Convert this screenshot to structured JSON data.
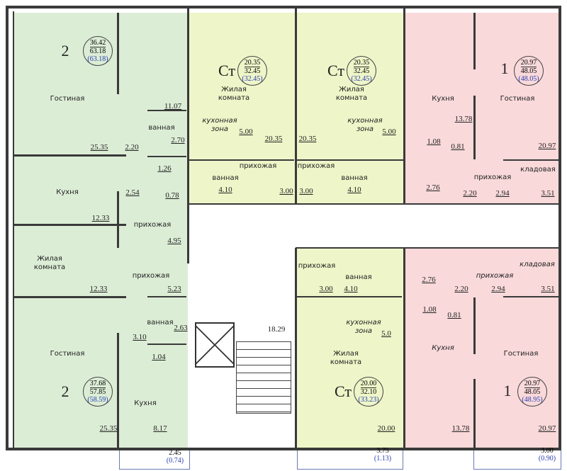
{
  "apartments": [
    {
      "color": "#dcedd6",
      "rooms": "2",
      "living": "36.42",
      "total": "63.18",
      "total_bal": "(63.18)",
      "labels": [
        "Гостиная",
        "ванная",
        "Кухня",
        "прихожая"
      ],
      "areas": [
        "11.07",
        "2.70",
        "25.35",
        "2.20",
        "1.26",
        "2.54",
        "0.78",
        "12.33",
        "4.95"
      ]
    },
    {
      "color": "#dcedd6",
      "rooms": "2",
      "living": "37.68",
      "total": "57.85",
      "total_bal": "(58.59)",
      "labels": [
        "Жилая комната",
        "прихожая",
        "ванная",
        "Гостиная",
        "Кухня"
      ],
      "areas": [
        "12.33",
        "5.23",
        "2.63",
        "3.10",
        "1.04",
        "25.35",
        "8.17"
      ],
      "balcony": [
        "2.45",
        "(0.74)"
      ]
    },
    {
      "color": "#eef5c8",
      "rooms": "Ст",
      "living": "20.35",
      "total": "32.45",
      "total_bal": "(32.45)",
      "labels": [
        "Жилая комната",
        "кухонная зона",
        "прихожая",
        "ванная"
      ],
      "areas": [
        "5.00",
        "20.35",
        "4.10",
        "3.00"
      ]
    },
    {
      "color": "#eef5c8",
      "rooms": "Ст",
      "living": "20.35",
      "total": "32.45",
      "total_bal": "(32.45)",
      "labels": [
        "Жилая комната",
        "кухонная зона",
        "прихожая",
        "ванная"
      ],
      "areas": [
        "5.00",
        "20.35",
        "4.10",
        "3.00"
      ]
    },
    {
      "color": "#f9d9da",
      "rooms": "1",
      "living": "20.97",
      "total": "48.05",
      "total_bal": "(48.05)",
      "labels": [
        "Кухня",
        "Гостиная",
        "кладовая",
        "прихожая"
      ],
      "areas": [
        "13.78",
        "1.08",
        "0.81",
        "20.97",
        "2.76",
        "2.20",
        "2.94",
        "3.51"
      ]
    },
    {
      "color": "#eef5c8",
      "rooms": "Ст",
      "living": "20.00",
      "total": "32.10",
      "total_bal": "(33.23)",
      "labels": [
        "прихожая",
        "ванная",
        "кухонная зона",
        "Жилая комната"
      ],
      "areas": [
        "3.00",
        "4.10",
        "5.0",
        "20.00"
      ],
      "balcony": [
        "3.75",
        "(1.13)"
      ]
    },
    {
      "color": "#f9d9da",
      "rooms": "1",
      "living": "20.97",
      "total": "48.05",
      "total_bal": "(48.95)",
      "labels": [
        "прихожая",
        "кладовая",
        "Кухня",
        "Гостиная"
      ],
      "areas": [
        "2.76",
        "2.20",
        "2.94",
        "3.51",
        "1.08",
        "0.81",
        "13.78",
        "20.97"
      ],
      "balcony": [
        "3.00",
        "(0.90)"
      ]
    }
  ],
  "stairwell": {
    "area": "18.29"
  }
}
